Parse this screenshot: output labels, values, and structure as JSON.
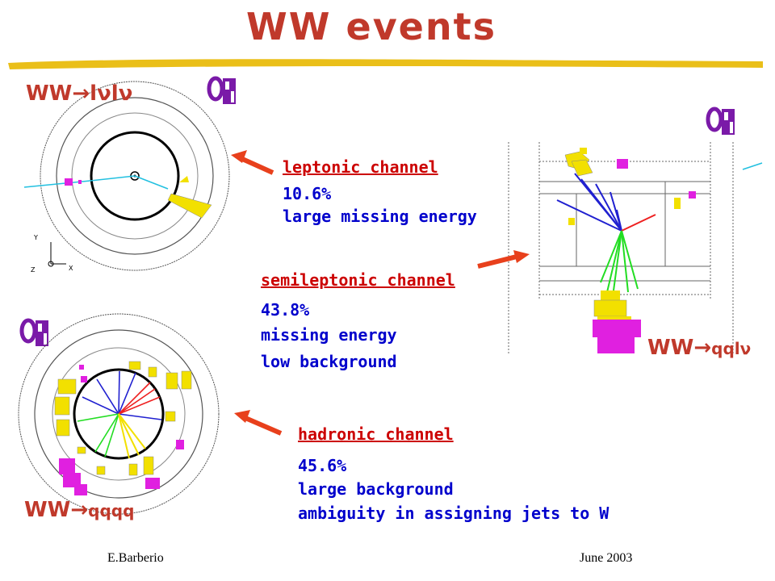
{
  "slide": {
    "title": "WW events",
    "footer_left": "E.Barberio",
    "footer_right": "June 2003"
  },
  "events": {
    "lvlv": {
      "prefix": "WW",
      "suffix": "lνlν"
    },
    "qqlv": {
      "prefix": "WW",
      "suffix": "qqlν"
    },
    "qqqq": {
      "prefix": "WW",
      "suffix": "qqqq"
    },
    "logo_text": "OPAL"
  },
  "channels": {
    "leptonic": {
      "heading": "leptonic channel",
      "fraction": "10.6%",
      "note1": "large missing energy"
    },
    "semileptonic": {
      "heading": "semileptonic channel",
      "fraction": "43.8%",
      "note1": "missing energy",
      "note2": "low background"
    },
    "hadronic": {
      "heading": "hadronic channel",
      "fraction": "45.6%",
      "note1": "large background",
      "note2": "ambiguity in assigning jets to W"
    }
  },
  "axes_labels": {
    "y": "Y",
    "z": "Z",
    "x": "X"
  },
  "colors": {
    "title": "#c0392b",
    "heading": "#cc0000",
    "text": "#0000cc",
    "arrow": "#e8401c",
    "underline": "#e0b000"
  }
}
